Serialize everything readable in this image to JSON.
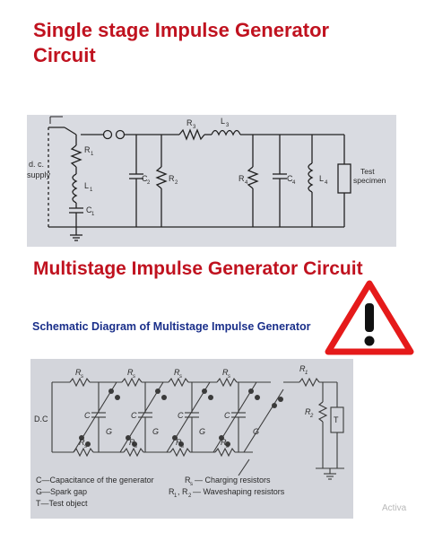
{
  "title_single": "Single stage Impulse Generator Circuit",
  "title_multi": "Multistage Impulse Generator Circuit",
  "subtitle": "Schematic Diagram of  Multistage Impulse Generator",
  "watermark": "Activa",
  "single": {
    "supply": [
      "d. c.",
      "supply"
    ],
    "labels": {
      "r1": "R",
      "r1s": "1",
      "l1": "L",
      "l1s": "1",
      "c1": "C",
      "c1s": "1",
      "c2": "C",
      "c2s": "2",
      "r2": "R",
      "r2s": "2",
      "r3": "R",
      "r3s": "3",
      "l3": "L",
      "l3s": "3",
      "r4": "R",
      "r4s": "4",
      "c4": "C",
      "c4s": "4",
      "l4": "L",
      "l4s": "4"
    },
    "test": [
      "Test",
      "specimen"
    ]
  },
  "multi": {
    "dc": "D.C",
    "rs": "R",
    "rs_sub": "s",
    "c": "C",
    "g": "G",
    "r1": "R",
    "r1_sub": "1",
    "r2": "R",
    "r2_sub": "2",
    "t": "T",
    "legend": {
      "c": "C—Capacitance of the generator",
      "g": "G—Spark gap",
      "t": "T—Test object",
      "rs_a": "R",
      "rs_b": "s",
      "rs_c": "— Charging resistors",
      "r12_a": "R",
      "r12_b": "1",
      "r12_c": ", R",
      "r12_d": "2",
      "r12_e": "— Waveshaping resistors"
    }
  }
}
